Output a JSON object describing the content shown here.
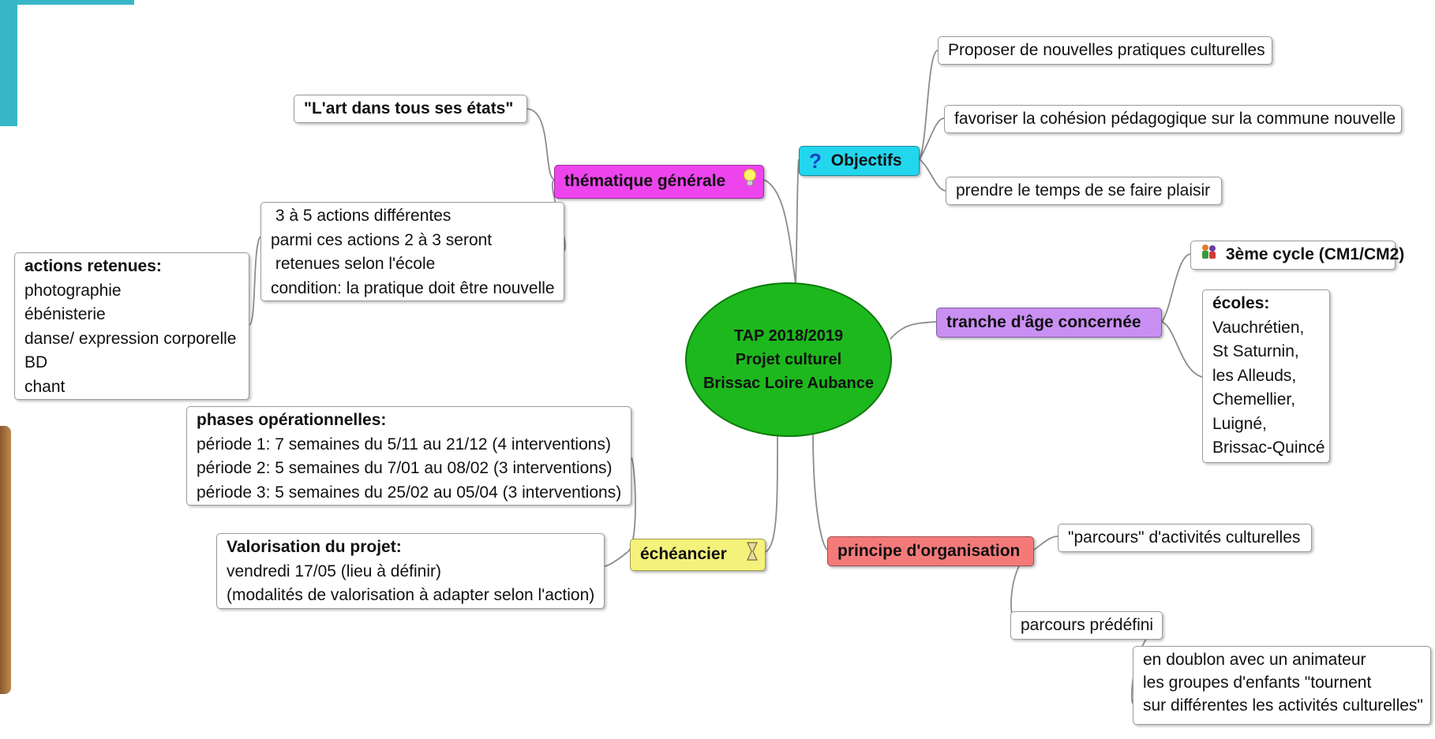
{
  "colors": {
    "center": "#1db81d",
    "thematique": "#ee44ee",
    "objectifs": "#22d6ee",
    "tranche": "#c98ff2",
    "principe": "#f47a7a",
    "echeancier": "#f5f27c"
  },
  "center": {
    "lines": [
      "TAP 2018/2019",
      "Projet culturel",
      "Brissac Loire Aubance"
    ]
  },
  "branches": {
    "thematique": {
      "label": "thématique générale",
      "icon": "lightbulb-icon"
    },
    "objectifs": {
      "label": "Objectifs",
      "icon": "question-mark-icon"
    },
    "tranche": {
      "label": "tranche d'âge concernée"
    },
    "principe": {
      "label": "principe d'organisation"
    },
    "echeancier": {
      "label": "échéancier",
      "icon": "hourglass-icon"
    }
  },
  "thematique_children": {
    "art": "\"L'art dans tous ses états\"",
    "actions_lines": [
      " 3 à 5 actions différentes",
      "parmi ces actions 2 à 3 seront",
      " retenues selon l'école",
      "condition: la pratique doit être nouvelle"
    ],
    "retenues_title": "actions retenues:",
    "retenues_items": [
      "photographie",
      "ébénisterie",
      "danse/ expression corporelle",
      "BD",
      "chant"
    ]
  },
  "objectifs_children": [
    "Proposer de nouvelles pratiques culturelles",
    "favoriser la cohésion pédagogique sur la commune nouvelle",
    "prendre le temps de se faire plaisir"
  ],
  "tranche_children": {
    "cycle": {
      "label": "3ème cycle (CM1/CM2)",
      "icon": "children-icon"
    },
    "ecoles_title": "écoles:",
    "ecoles_items": [
      "Vauchrétien,",
      "St Saturnin,",
      "les Alleuds,",
      "Chemellier,",
      "Luigné,",
      "Brissac-Quincé"
    ]
  },
  "principe_children": {
    "parcours": "\"parcours\" d'activités culturelles",
    "predefini": "parcours prédéfini",
    "doublon_lines": [
      "en doublon avec un animateur",
      "les groupes d'enfants \"tournent",
      "sur différentes les activités culturelles\""
    ]
  },
  "echeancier_children": {
    "phases_title": "phases opérationnelles:",
    "phases_items": [
      "période 1: 7 semaines du 5/11 au 21/12 (4 interventions)",
      "période 2: 5 semaines du 7/01 au 08/02 (3 interventions)",
      "période 3: 5 semaines du 25/02 au 05/04 (3 interventions)"
    ],
    "valorisation_title": "Valorisation du projet:",
    "valorisation_items": [
      "vendredi 17/05 (lieu à définir)",
      "(modalités de valorisation à adapter selon l'action)"
    ]
  }
}
